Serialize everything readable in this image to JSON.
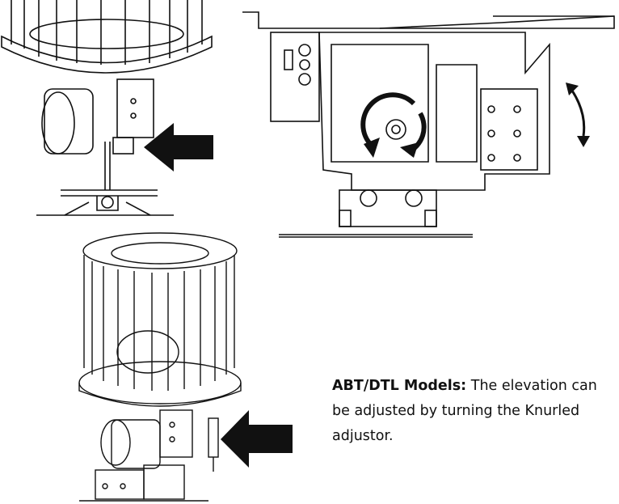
{
  "caption": {
    "label": "ABT/DTL Models:",
    "text": "The elevation can be adjusted by turning the Knurled adjustor."
  },
  "figures": [
    {
      "name": "trap-machine-top-left-icon",
      "arrow": "left"
    },
    {
      "name": "elevation-side-view-icon",
      "arrow": "rotate-and-vertical"
    },
    {
      "name": "trap-machine-bottom-icon",
      "arrow": "left"
    }
  ]
}
